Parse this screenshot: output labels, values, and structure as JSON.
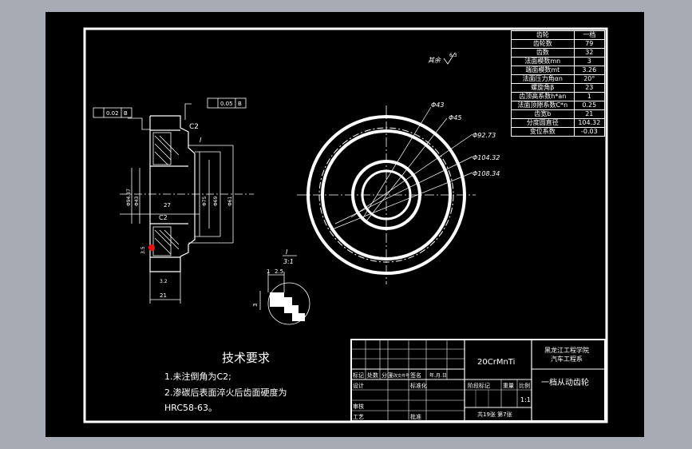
{
  "drawing": {
    "params_header": [
      "齿轮",
      "一档"
    ],
    "params": [
      [
        "齿轮数",
        "79"
      ],
      [
        "齿数",
        "32"
      ],
      [
        "法面模数mn",
        "3"
      ],
      [
        "端面模数mt",
        "3.26"
      ],
      [
        "法面压力角αn",
        "20°"
      ],
      [
        "螺旋角β",
        "23"
      ],
      [
        "齿顶高系数h*an",
        "1"
      ],
      [
        "法面顶隙系数C*n",
        "0.25"
      ],
      [
        "齿宽b",
        "21"
      ],
      [
        "分度圆直径",
        "104.32"
      ],
      [
        "变位系数",
        "-0.03"
      ]
    ],
    "roughness_note": "其余",
    "roughness_value": "6.3",
    "tolerance_frame_1": [
      "0.02",
      "B"
    ],
    "tolerance_frame_2": [
      "0.05",
      "B"
    ],
    "chamfer_label": "C2",
    "detail_marker": "I",
    "section_dims": [
      "Φ94.87",
      "Φ75",
      "Φ69",
      "Φ61",
      "Φ43"
    ],
    "section_inner_label": "27",
    "width_dim": "21",
    "left_dim": "3.5",
    "roughness_section": "3.2",
    "circle_dims": [
      "Φ43",
      "Φ45",
      "Φ92.73",
      "Φ104.32",
      "Φ108.34"
    ],
    "detail_title": "I",
    "detail_scale": "3:1",
    "detail_dims": [
      "1",
      "2.5",
      "3"
    ],
    "tech_title": "技术要求",
    "tech_lines": [
      "1.未注倒角为C2;",
      "2.渗碳后表面淬火后齿面硬度为",
      "HRC58-63。"
    ],
    "title_block": {
      "material": "20CrMnTi",
      "school_line1": "黑龙江工程学院",
      "school_line2": "汽车工程系",
      "part_name": "一档从动齿轮",
      "header_cells": [
        "标记",
        "处数",
        "分区",
        "更改文件号",
        "签名",
        "年.月.日"
      ],
      "design": "设计",
      "standard": "标准化",
      "stage_mark": "阶段标记",
      "weight": "重量",
      "scale_label": "比例",
      "scale_value": "1:1",
      "audit": "审核",
      "craft": "工艺",
      "approve": "批准",
      "sheets": "共19张 第7张"
    }
  }
}
